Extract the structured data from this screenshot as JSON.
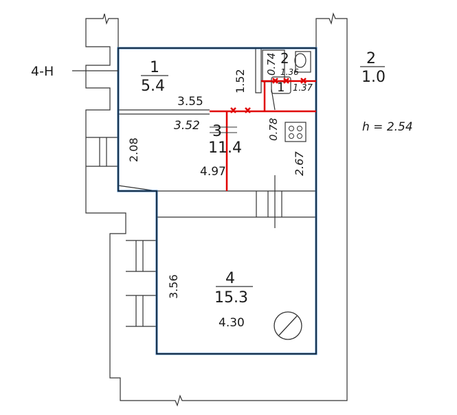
{
  "rooms": [
    {
      "number": "1",
      "area": "5.4"
    },
    {
      "number": "2",
      "area": "1.0"
    },
    {
      "number": "3",
      "area": "11.4"
    },
    {
      "number": "4",
      "area": "15.3"
    }
  ],
  "markers": {
    "entrance": "4-H"
  },
  "dimensions": {
    "r1_width": "3.55",
    "r1_height": "1.52",
    "r2_top": "0.74",
    "r2_inner_w": "1.36",
    "r2_inner_h": "1.37",
    "r3_width": "3.52",
    "r3_height": "2.08",
    "r3_wall": "0.78",
    "r3_right": "2.67",
    "r3_length": "4.97",
    "r4_height": "3.56",
    "r4_width": "4.30"
  },
  "room2_inset_number": "1",
  "ceiling": "h = 2.54",
  "colors": {
    "outline": "#2f6fb0",
    "utility": "#e00000",
    "line": "#222222"
  }
}
